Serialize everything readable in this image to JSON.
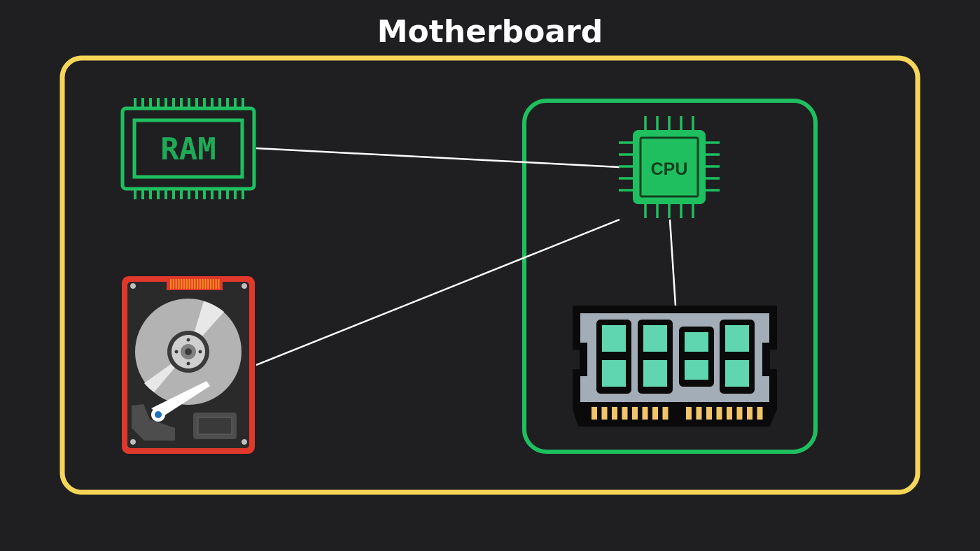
{
  "title": "Motherboard",
  "nodes": {
    "ram": {
      "label": "RAM"
    },
    "cpu": {
      "label": "CPU"
    },
    "storage": {
      "icon": "hard-drive-icon"
    },
    "cache": {
      "icon": "memory-module-icon"
    }
  },
  "containers": {
    "motherboard": {
      "color": "#f5d658"
    },
    "cpu_package": {
      "color": "#1fbf5f"
    }
  },
  "edges": [
    {
      "from": "ram",
      "to": "cpu"
    },
    {
      "from": "storage",
      "to": "cpu"
    },
    {
      "from": "cpu",
      "to": "cache"
    }
  ],
  "colors": {
    "background": "#1f1f22",
    "chip_green": "#1fbf5f",
    "drive_red": "#e0392b",
    "connector": "#ffffff"
  }
}
